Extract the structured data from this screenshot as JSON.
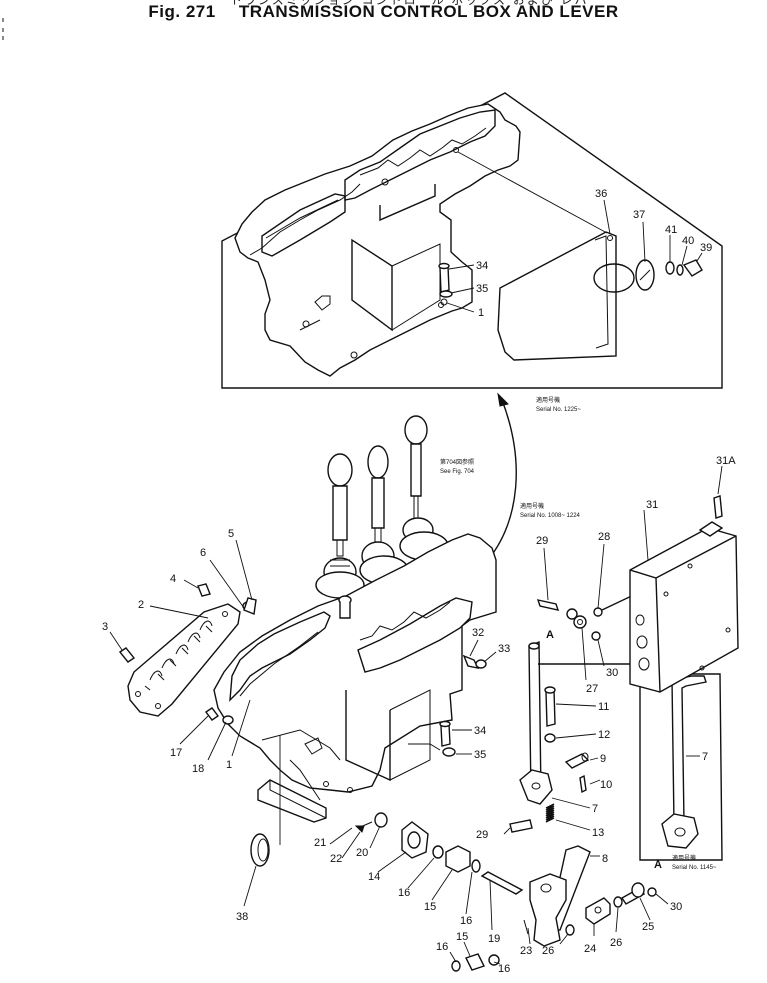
{
  "header": {
    "japanese_title": "トランスミッション コントロール ボックス および レバー",
    "fig_label": "Fig. 271",
    "title": "TRANSMISSION CONTROL BOX AND LEVER"
  },
  "notes": {
    "serial_upper_jp": "適用号機",
    "serial_upper": "Serial No. 1225~",
    "see_fig_jp": "第704図参照",
    "see_fig": "See Fig. 704",
    "serial_mid_jp": "適用号機",
    "serial_mid": "Serial No. 1008~ 1224",
    "serial_lower_jp": "適用号機",
    "serial_lower": "Serial No. 1145~",
    "ref_a1": "A",
    "ref_a2": "A"
  },
  "callouts": {
    "p1a": "1",
    "p1b": "1",
    "p2": "2",
    "p3": "3",
    "p4": "4",
    "p5": "5",
    "p6": "6",
    "p7a": "7",
    "p7b": "7",
    "p8": "8",
    "p9": "9",
    "p10": "10",
    "p11": "11",
    "p12": "12",
    "p13": "13",
    "p14": "14",
    "p15a": "15",
    "p15b": "15",
    "p16a": "16",
    "p16b": "16",
    "p16c": "16",
    "p16d": "16",
    "p17": "17",
    "p18": "18",
    "p19": "19",
    "p20": "20",
    "p21": "21",
    "p22": "22",
    "p23": "23",
    "p24": "24",
    "p25": "25",
    "p26a": "26",
    "p26b": "26",
    "p27": "27",
    "p28": "28",
    "p29a": "29",
    "p29b": "29",
    "p30a": "30",
    "p30b": "30",
    "p31": "31",
    "p31a": "31A",
    "p32": "32",
    "p33": "33",
    "p34a": "34",
    "p34b": "34",
    "p35a": "35",
    "p35b": "35",
    "p36": "36",
    "p37": "37",
    "p38": "38",
    "p39": "39",
    "p40": "40",
    "p41": "41"
  }
}
